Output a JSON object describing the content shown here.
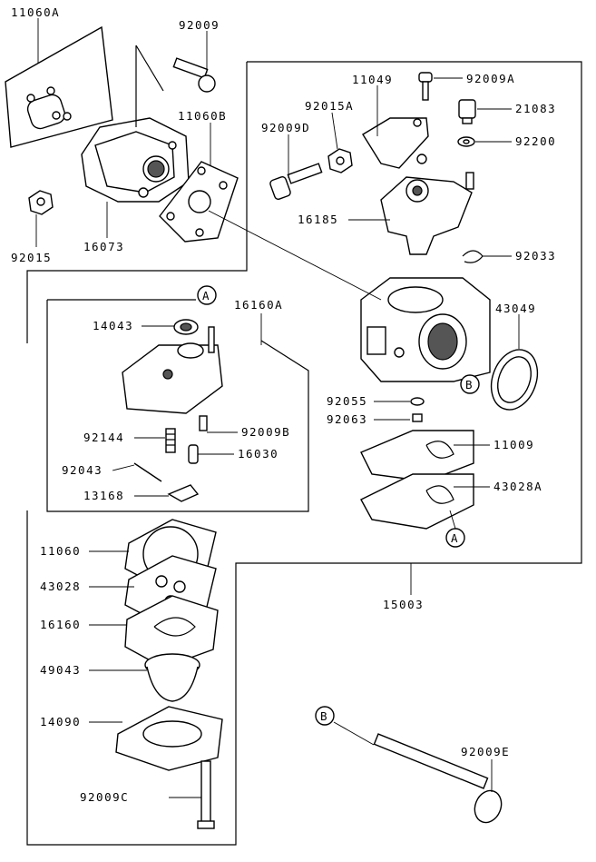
{
  "labels": {
    "p11060A": "11060A",
    "p92009": "92009",
    "p11060B": "11060B",
    "p92015": "92015",
    "p16073": "16073",
    "p11049": "11049",
    "p92009A": "92009A",
    "p92015A": "92015A",
    "p21083": "21083",
    "p92009D": "92009D",
    "p92200": "92200",
    "p16185": "16185",
    "p92033": "92033",
    "p16160A": "16160A",
    "p43049": "43049",
    "p14043": "14043",
    "p92055": "92055",
    "p92063": "92063",
    "p92144": "92144",
    "p92009B": "92009B",
    "p11009": "11009",
    "p16030": "16030",
    "p92043": "92043",
    "p43028A": "43028A",
    "p13168": "13168",
    "p11060": "11060",
    "p15003": "15003",
    "p43028": "43028",
    "p16160": "16160",
    "p49043": "49043",
    "p14090": "14090",
    "p92009E": "92009E",
    "p92009C": "92009C"
  },
  "markers": {
    "refA": "A",
    "refB": "B"
  }
}
